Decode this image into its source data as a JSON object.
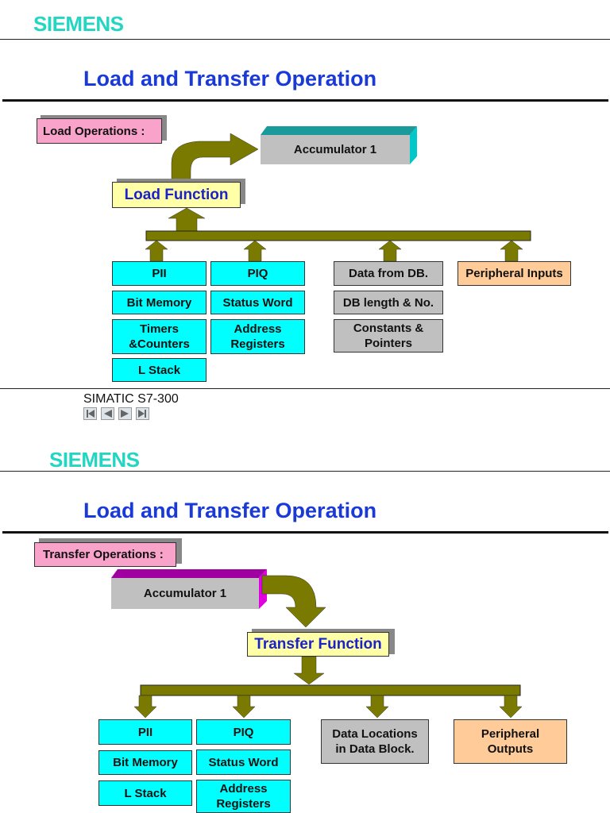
{
  "brand": "SIEMENS",
  "colors": {
    "brand": "#22d6c2",
    "title": "#1a3ad8",
    "arrow": "#7a7a00",
    "cyan": "#00ffff",
    "gray": "#c0c0c0",
    "peach": "#ffcc99",
    "pink": "#f9a3cb",
    "yellow": "#ffffa8"
  },
  "slide1": {
    "title": "Load and Transfer Operation",
    "section_label": "Load Operations :",
    "accumulator": "Accumulator 1",
    "function": "Load Function",
    "boxes": [
      "PII",
      "PIQ",
      "Bit Memory",
      "Status Word",
      "Timers &Counters",
      "Address Registers",
      "L  Stack",
      "Data from DB.",
      "DB length & No.",
      "Constants & Pointers",
      "Peripheral Inputs"
    ],
    "footer": "SIMATIC S7-300",
    "nav_icons": [
      "first-icon",
      "prev-icon",
      "next-icon",
      "last-icon"
    ]
  },
  "slide2": {
    "title": "Load and Transfer Operation",
    "section_label": "Transfer Operations :",
    "accumulator": "Accumulator 1",
    "function": "Transfer Function",
    "boxes": [
      "PII",
      "PIQ",
      "Bit Memory",
      "Status Word",
      "L  Stack",
      "Address Registers",
      "Data  Locations in Data Block.",
      "Peripheral Outputs"
    ]
  }
}
